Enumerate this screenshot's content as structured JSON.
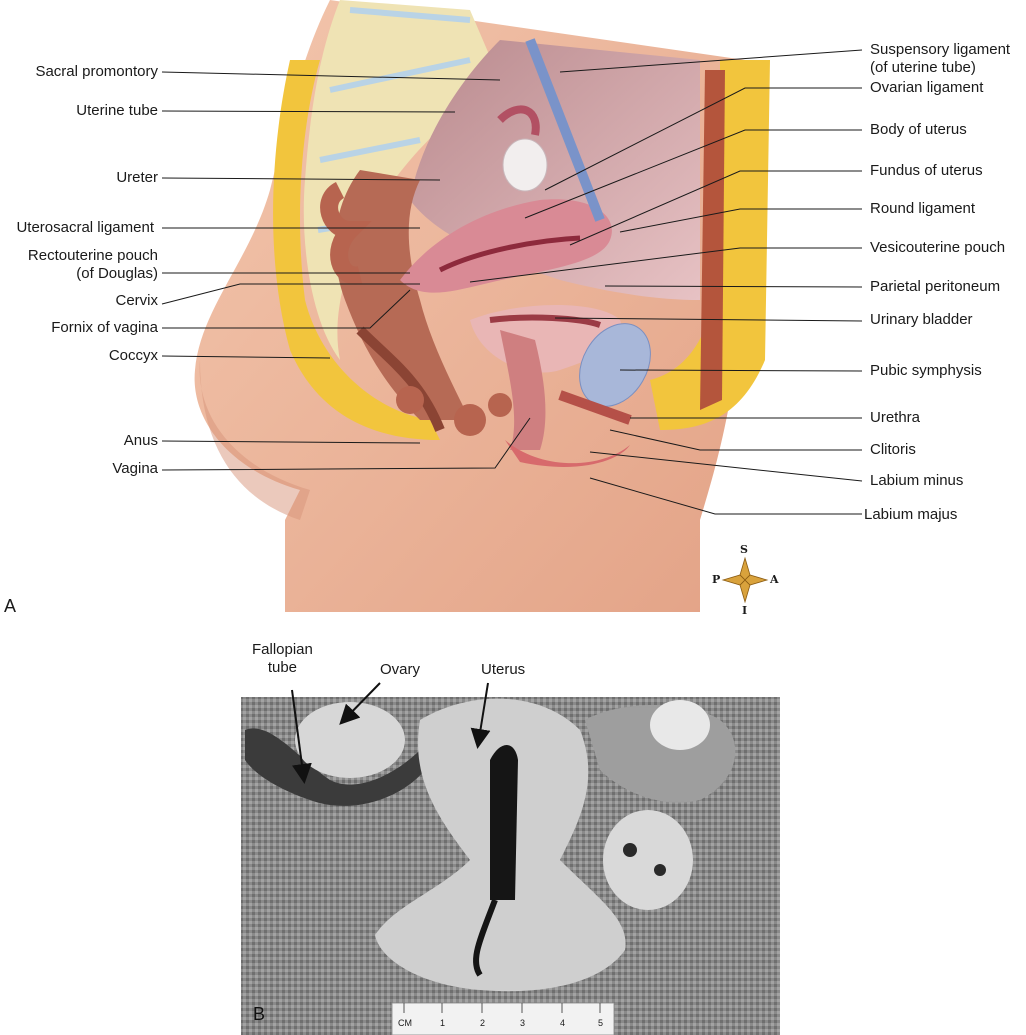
{
  "panel_a": {
    "letter": "A",
    "left_labels": [
      {
        "key": "sacral-promontory",
        "text": "Sacral promontory"
      },
      {
        "key": "uterine-tube",
        "text": "Uterine tube"
      },
      {
        "key": "ureter",
        "text": "Ureter"
      },
      {
        "key": "uterosacral-ligament",
        "text": "Uterosacral ligament"
      },
      {
        "key": "rectouterine-pouch",
        "text": "Rectouterine pouch\n(of Douglas)"
      },
      {
        "key": "cervix",
        "text": "Cervix"
      },
      {
        "key": "fornix-of-vagina",
        "text": "Fornix of vagina"
      },
      {
        "key": "coccyx",
        "text": "Coccyx"
      },
      {
        "key": "anus",
        "text": "Anus"
      },
      {
        "key": "vagina",
        "text": "Vagina"
      }
    ],
    "right_labels": [
      {
        "key": "suspensory-ligament",
        "text": "Suspensory ligament\n(of uterine tube)"
      },
      {
        "key": "ovarian-ligament",
        "text": "Ovarian ligament"
      },
      {
        "key": "body-of-uterus",
        "text": "Body of uterus"
      },
      {
        "key": "fundus-of-uterus",
        "text": "Fundus of uterus"
      },
      {
        "key": "round-ligament",
        "text": "Round ligament"
      },
      {
        "key": "vesicouterine-pouch",
        "text": "Vesicouterine pouch"
      },
      {
        "key": "parietal-peritoneum",
        "text": "Parietal peritoneum"
      },
      {
        "key": "urinary-bladder",
        "text": "Urinary bladder"
      },
      {
        "key": "pubic-symphysis",
        "text": "Pubic symphysis"
      },
      {
        "key": "urethra",
        "text": "Urethra"
      },
      {
        "key": "clitoris",
        "text": "Clitoris"
      },
      {
        "key": "labium-minus",
        "text": "Labium minus"
      },
      {
        "key": "labium-majus",
        "text": "Labium majus"
      }
    ],
    "compass": {
      "s": "S",
      "i": "I",
      "p": "P",
      "a": "A"
    }
  },
  "panel_b": {
    "letter": "B",
    "labels": {
      "fallopian_tube": "Fallopian\ntube",
      "ovary": "Ovary",
      "uterus": "Uterus"
    },
    "ruler": {
      "unit": "CM",
      "ticks": [
        "1",
        "2",
        "3",
        "4",
        "5"
      ]
    }
  }
}
